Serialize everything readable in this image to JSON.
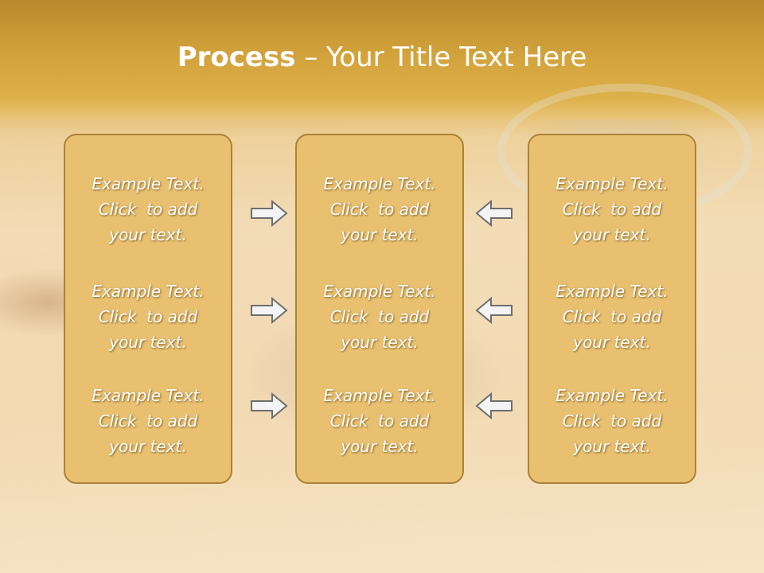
{
  "title": {
    "bold": "Process",
    "rest": " – Your Title Text Here"
  },
  "columns": [
    {
      "items": [
        {
          "line1": "Example Text.",
          "line2": "Click  to add",
          "line3": "your text."
        },
        {
          "line1": "Example Text.",
          "line2": "Click  to add",
          "line3": "your text."
        },
        {
          "line1": "Example Text.",
          "line2": "Click  to add",
          "line3": "your text."
        }
      ]
    },
    {
      "items": [
        {
          "line1": "Example Text.",
          "line2": "Click  to add",
          "line3": "your text."
        },
        {
          "line1": "Example Text.",
          "line2": "Click  to add",
          "line3": "your text."
        },
        {
          "line1": "Example Text.",
          "line2": "Click  to add",
          "line3": "your text."
        }
      ]
    },
    {
      "items": [
        {
          "line1": "Example Text.",
          "line2": "Click  to add",
          "line3": "your text."
        },
        {
          "line1": "Example Text.",
          "line2": "Click  to add",
          "line3": "your text."
        },
        {
          "line1": "Example Text.",
          "line2": "Click  to add",
          "line3": "your text."
        }
      ]
    }
  ],
  "arrows": {
    "left_to_center": [
      "arrow-right-icon",
      "arrow-right-icon",
      "arrow-right-icon"
    ],
    "right_to_center": [
      "arrow-left-icon",
      "arrow-left-icon",
      "arrow-left-icon"
    ]
  },
  "colors": {
    "box_fill": "#e8c070",
    "box_border": "#a98338",
    "header_band": "#d3a33c",
    "text": "#ffffff",
    "arrow_fill": "#f4f4f4",
    "arrow_stroke": "#6e6e6e"
  }
}
